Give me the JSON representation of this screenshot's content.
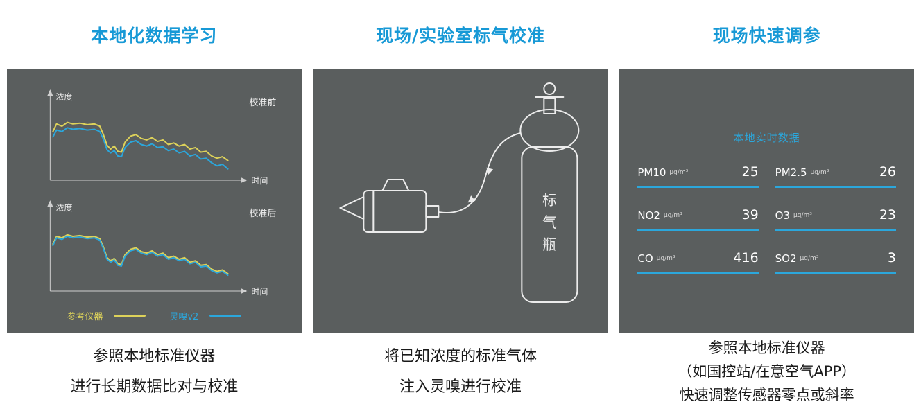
{
  "colors": {
    "accent_title": "#1799d6",
    "panel_bg": "#5a5e5e",
    "line_yellow": "#ddd25a",
    "line_blue": "#2ba7dc",
    "panel_text": "#ececec"
  },
  "columns": [
    {
      "title": "本地化数据学习",
      "caption_lines": [
        "参照本地标准仪器",
        "进行长期数据比对与校准"
      ]
    },
    {
      "title": "现场/实验室标气校准",
      "caption_lines": [
        "将已知浓度的标准气体",
        "注入灵嗅进行校准"
      ],
      "cylinder_label_chars": [
        "标",
        "气",
        "瓶"
      ]
    },
    {
      "title": "现场快速调参",
      "caption_lines": [
        "参照本地标准仪器",
        "（如国控站/在意空气APP）",
        "快速调整传感器零点或斜率"
      ],
      "data_title": "本地实时数据",
      "readings": [
        {
          "name": "PM10",
          "unit": "μg/m³",
          "value": "25"
        },
        {
          "name": "PM2.5",
          "unit": "μg/m³",
          "value": "26"
        },
        {
          "name": "NO2",
          "unit": "μg/m³",
          "value": "39"
        },
        {
          "name": "O3",
          "unit": "μg/m³",
          "value": "23"
        },
        {
          "name": "CO",
          "unit": "μg/m³",
          "value": "416"
        },
        {
          "name": "SO2",
          "unit": "μg/m³",
          "value": "3"
        }
      ]
    }
  ],
  "chart_data": [
    {
      "type": "line",
      "title": "校准前",
      "xlabel": "时间",
      "ylabel": "浓度",
      "ylim": [
        0,
        100
      ],
      "grid": false,
      "legend_position": "bottom",
      "series": [
        {
          "name": "参考仪器",
          "color": "#ddd25a",
          "points": [
            [
              0,
              62
            ],
            [
              2,
              72
            ],
            [
              5,
              69
            ],
            [
              8,
              74
            ],
            [
              11,
              72
            ],
            [
              15,
              73
            ],
            [
              19,
              71
            ],
            [
              23,
              72
            ],
            [
              26,
              69
            ],
            [
              28,
              58
            ],
            [
              30,
              44
            ],
            [
              32,
              39
            ],
            [
              34,
              43
            ],
            [
              36,
              36
            ],
            [
              38,
              35
            ],
            [
              40,
              48
            ],
            [
              43,
              56
            ],
            [
              46,
              58
            ],
            [
              49,
              53
            ],
            [
              52,
              51
            ],
            [
              55,
              54
            ],
            [
              58,
              49
            ],
            [
              61,
              51
            ],
            [
              64,
              45
            ],
            [
              67,
              47
            ],
            [
              70,
              43
            ],
            [
              73,
              45
            ],
            [
              76,
              39
            ],
            [
              79,
              41
            ],
            [
              82,
              35
            ],
            [
              85,
              36
            ],
            [
              88,
              30
            ],
            [
              91,
              27
            ],
            [
              94,
              29
            ],
            [
              97,
              24
            ]
          ]
        },
        {
          "name": "灵嗅v2",
          "color": "#2ba7dc",
          "points": [
            [
              0,
              55
            ],
            [
              2,
              64
            ],
            [
              5,
              62
            ],
            [
              8,
              67
            ],
            [
              11,
              65
            ],
            [
              15,
              66
            ],
            [
              19,
              64
            ],
            [
              23,
              65
            ],
            [
              26,
              62
            ],
            [
              28,
              52
            ],
            [
              30,
              38
            ],
            [
              32,
              34
            ],
            [
              34,
              37
            ],
            [
              36,
              30
            ],
            [
              38,
              29
            ],
            [
              40,
              41
            ],
            [
              43,
              48
            ],
            [
              46,
              50
            ],
            [
              49,
              45
            ],
            [
              52,
              43
            ],
            [
              55,
              46
            ],
            [
              58,
              41
            ],
            [
              61,
              42
            ],
            [
              64,
              37
            ],
            [
              67,
              39
            ],
            [
              70,
              34
            ],
            [
              73,
              36
            ],
            [
              76,
              30
            ],
            [
              79,
              32
            ],
            [
              82,
              26
            ],
            [
              85,
              27
            ],
            [
              88,
              21
            ],
            [
              91,
              17
            ],
            [
              94,
              19
            ],
            [
              97,
              13
            ]
          ]
        }
      ]
    },
    {
      "type": "line",
      "title": "校准后",
      "xlabel": "时间",
      "ylabel": "浓度",
      "ylim": [
        0,
        100
      ],
      "grid": false,
      "legend_position": "bottom",
      "series": [
        {
          "name": "参考仪器",
          "color": "#ddd25a",
          "points": [
            [
              0,
              60
            ],
            [
              2,
              70
            ],
            [
              5,
              68
            ],
            [
              8,
              72
            ],
            [
              11,
              70
            ],
            [
              15,
              71
            ],
            [
              19,
              69
            ],
            [
              23,
              70
            ],
            [
              26,
              67
            ],
            [
              28,
              56
            ],
            [
              30,
              42
            ],
            [
              32,
              38
            ],
            [
              34,
              41
            ],
            [
              36,
              34
            ],
            [
              38,
              33
            ],
            [
              40,
              46
            ],
            [
              43,
              53
            ],
            [
              46,
              55
            ],
            [
              49,
              50
            ],
            [
              52,
              48
            ],
            [
              55,
              51
            ],
            [
              58,
              46
            ],
            [
              61,
              48
            ],
            [
              64,
              42
            ],
            [
              67,
              44
            ],
            [
              70,
              40
            ],
            [
              73,
              42
            ],
            [
              76,
              36
            ],
            [
              79,
              38
            ],
            [
              82,
              32
            ],
            [
              85,
              33
            ],
            [
              88,
              27
            ],
            [
              91,
              24
            ],
            [
              94,
              26
            ],
            [
              97,
              21
            ]
          ]
        },
        {
          "name": "灵嗅v2",
          "color": "#2ba7dc",
          "points": [
            [
              0,
              58
            ],
            [
              2,
              68
            ],
            [
              5,
              66
            ],
            [
              8,
              70
            ],
            [
              11,
              68
            ],
            [
              15,
              69
            ],
            [
              19,
              67
            ],
            [
              23,
              68
            ],
            [
              26,
              65
            ],
            [
              28,
              54
            ],
            [
              30,
              40
            ],
            [
              32,
              36
            ],
            [
              34,
              39
            ],
            [
              36,
              32
            ],
            [
              38,
              31
            ],
            [
              40,
              44
            ],
            [
              43,
              51
            ],
            [
              46,
              53
            ],
            [
              49,
              48
            ],
            [
              52,
              46
            ],
            [
              55,
              49
            ],
            [
              58,
              44
            ],
            [
              61,
              46
            ],
            [
              64,
              40
            ],
            [
              67,
              42
            ],
            [
              70,
              38
            ],
            [
              73,
              40
            ],
            [
              76,
              34
            ],
            [
              79,
              36
            ],
            [
              82,
              30
            ],
            [
              85,
              31
            ],
            [
              88,
              25
            ],
            [
              91,
              22
            ],
            [
              94,
              24
            ],
            [
              97,
              19
            ]
          ]
        }
      ]
    }
  ]
}
